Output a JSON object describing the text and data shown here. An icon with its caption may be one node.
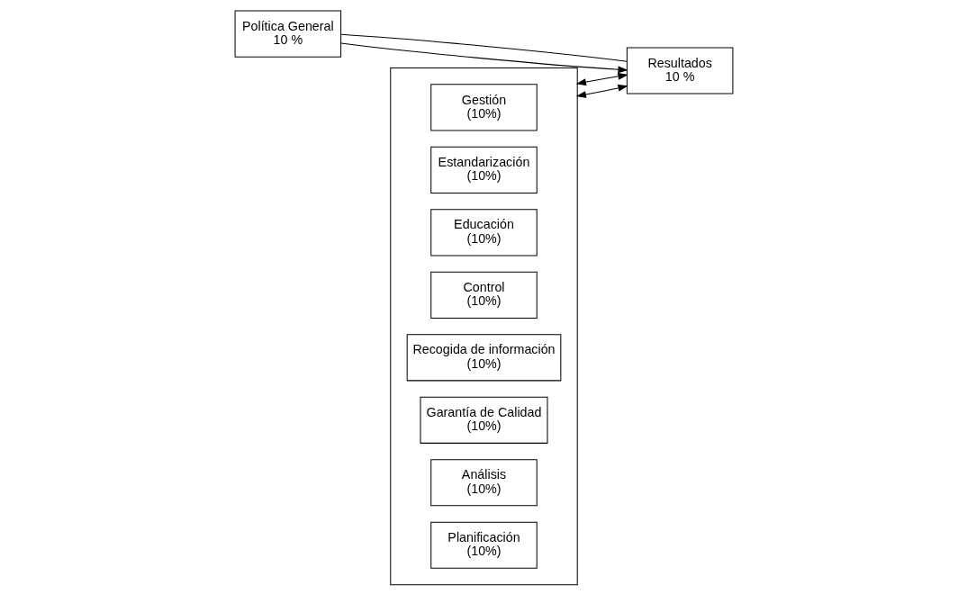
{
  "diagram": {
    "nodes": [
      {
        "text": [
          "Política General",
          "10 %"
        ]
      },
      {
        "text": [],
        "shape": "box"
      },
      {
        "text": [
          "Gestión",
          "(10%)"
        ],
        "in": 1
      },
      {
        "text": [
          "Estandarización",
          "(10%)"
        ],
        "in": 1
      },
      {
        "text": [
          "Educación",
          "(10%)"
        ],
        "in": 1
      },
      {
        "text": [
          "Control",
          "(10%)"
        ],
        "in": 1
      },
      {
        "text": [
          "Recogida de información",
          "(10%)"
        ],
        "in": 1
      },
      {
        "text": [
          "Garantía de Calidad",
          "(10%)"
        ],
        "in": 1
      },
      {
        "text": [
          "Análisis",
          "(10%)"
        ],
        "in": 1
      },
      {
        "text": [
          "Planificación",
          "(10%)"
        ],
        "in": 1
      },
      {
        "text": [
          "Resultados",
          "10 %"
        ]
      }
    ],
    "edges": [
      {
        "from": 0,
        "to": 10,
        "arrow": "to"
      },
      {
        "from": 1,
        "to": 10,
        "arrow": "both"
      },
      {
        "from": 1,
        "to": 10,
        "arrow": "both"
      },
      {
        "from": 0,
        "to": 10,
        "arrow": "none"
      }
    ]
  }
}
